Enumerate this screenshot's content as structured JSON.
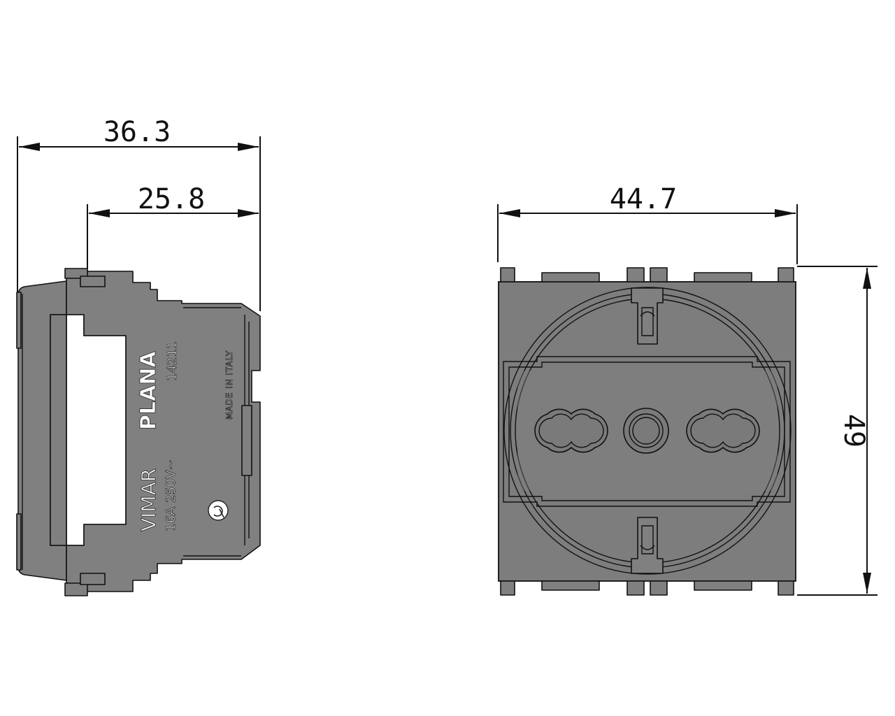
{
  "dimensions": {
    "side_overall_width": "36.3",
    "side_body_width": "25.8",
    "front_width": "44.7",
    "front_height": "49"
  },
  "markings": {
    "brand": "VIMAR",
    "series": "PLANA",
    "rating": "16A  250V~",
    "code": "14211",
    "origin": "MADE IN ITALY"
  },
  "colors": {
    "body": "#808080",
    "line": "#111111",
    "background": "#ffffff"
  }
}
